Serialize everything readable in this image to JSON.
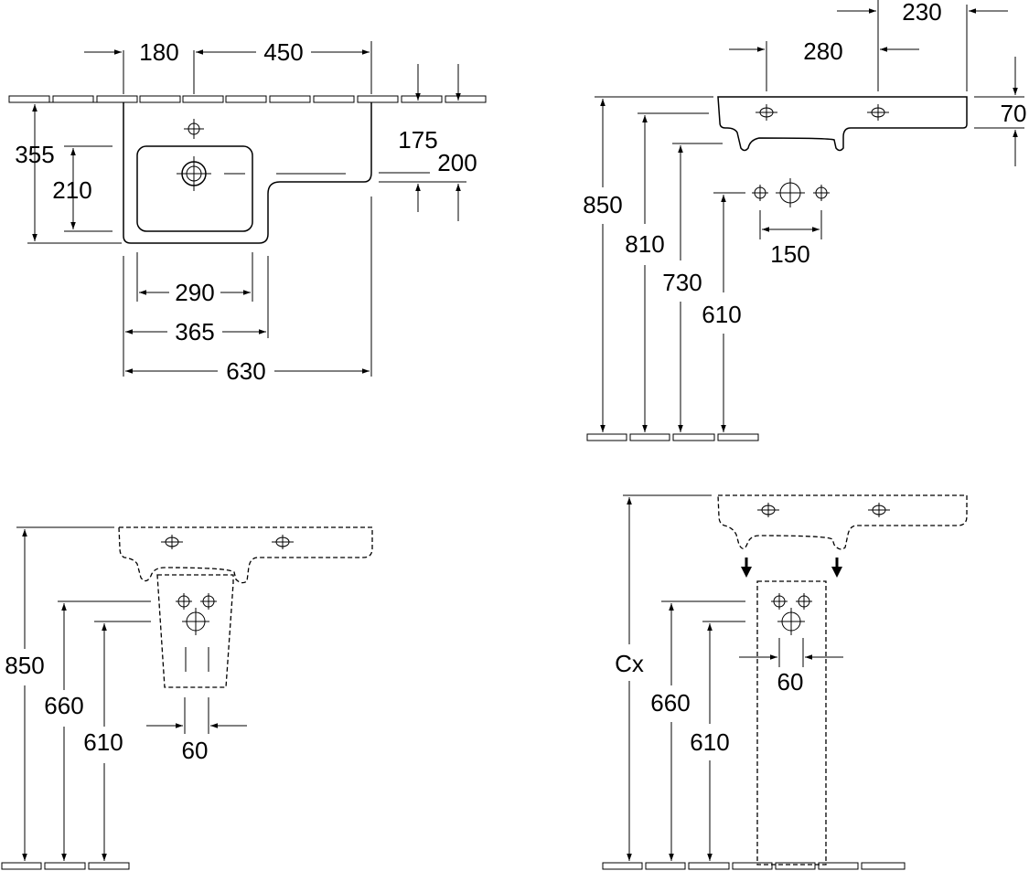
{
  "top_left": {
    "dims": {
      "w180": "180",
      "w450": "450",
      "h355": "355",
      "h210": "210",
      "d175": "175",
      "d200": "200",
      "w290": "290",
      "w365": "365",
      "w630": "630"
    }
  },
  "top_right": {
    "dims": {
      "w230": "230",
      "w280": "280",
      "h70": "70",
      "h850": "850",
      "h810": "810",
      "h730": "730",
      "h610": "610",
      "w150": "150"
    }
  },
  "bottom_left": {
    "dims": {
      "h850": "850",
      "h660": "660",
      "h610": "610",
      "w60": "60"
    }
  },
  "bottom_right": {
    "dims": {
      "cx": "Cx",
      "h660": "660",
      "h610": "610",
      "w60": "60"
    }
  }
}
